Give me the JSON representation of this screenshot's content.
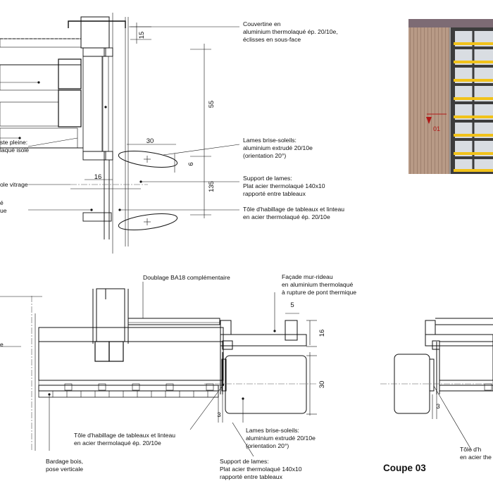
{
  "labels": {
    "couvertine": [
      "Couvertine en",
      "aluminium thermolaqué ép. 20/10e,",
      "éclisses en sous-face"
    ],
    "lames_top": [
      "Lames brise-soleils:",
      "aluminium extrudé 20/10e",
      "(orientation 20°)"
    ],
    "support_top": [
      "Support de lames:",
      "Plat acier thermolaqué 140x10",
      "rapporté entre tableaux"
    ],
    "tole_top": [
      "Tôle d'habillage de tableaux et linteau",
      "en acier thermolaqué ép. 20/10e"
    ],
    "cut_left_1": [
      "ste pleine:",
      "laqué isolé"
    ],
    "cut_left_2": "ole vitrage",
    "cut_left_3": [
      "é",
      "ue"
    ],
    "doublage": "Doublage BA18 complémentaire",
    "facade": [
      "Façade mur-rideau",
      "en aluminium thermolaqué",
      "à rupture de pont thermique"
    ],
    "cut_left_4": "e",
    "tole_bottom": [
      "Tôle d'habillage de tableaux et linteau",
      "en acier thermolaqué ép. 20/10e"
    ],
    "lames_bottom": [
      "Lames brise-soleils:",
      "aluminium extrudé 20/10e",
      "(orientation 20°)"
    ],
    "bardage": [
      "Bardage bois,",
      "pose verticale"
    ],
    "support_bottom": [
      "Support de lames:",
      "Plat acier thermolaqué 140x10",
      "rapporté entre tableaux"
    ],
    "tole_right": [
      "Tôle d'h",
      "en acier the"
    ],
    "coupe_title": "Coupe 03",
    "marker": "01"
  },
  "dimensions": {
    "d15": "15",
    "d55": "55",
    "d30_top": "30",
    "d6": "6",
    "d16_top": "16",
    "d135": "135",
    "d5": "5",
    "d16_bottom": "16",
    "d30_bottom": "30",
    "d3_bottom": "3",
    "d3_right": "3"
  },
  "colors": {
    "insulation_fill": "#fbeedd",
    "insulation_wave": "#b06a2a",
    "concrete": "#e6e6e6",
    "lame_fill": "#cfcfcf",
    "wood_cladding": "#b89a86",
    "bracket": "#e9c78e",
    "elevation_panel": "#9a9a9a",
    "elevation_blind": "#f1c21a",
    "marker": "#b01818"
  }
}
